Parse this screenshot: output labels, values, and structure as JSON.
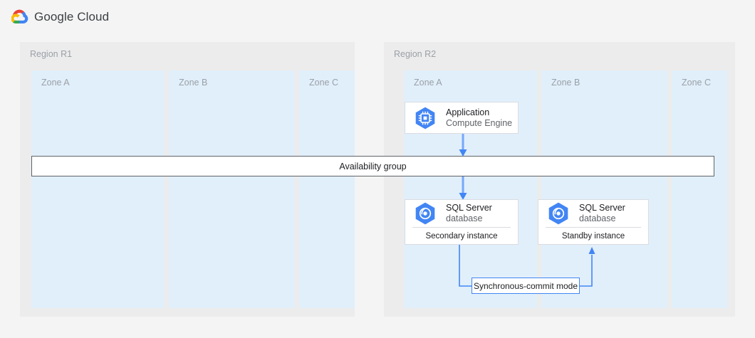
{
  "header": {
    "logo_icon": "google-cloud-logo-icon",
    "brand": "Google Cloud"
  },
  "diagram": {
    "accent_color": "#4285f4",
    "region_bg": "#ececec",
    "zone_bg": "#e1effb",
    "regions": [
      {
        "name": "Region R1",
        "zones": [
          {
            "name": "Zone A"
          },
          {
            "name": "Zone B"
          },
          {
            "name": "Zone C"
          }
        ]
      },
      {
        "name": "Region R2",
        "zones": [
          {
            "name": "Zone A"
          },
          {
            "name": "Zone B"
          },
          {
            "name": "Zone C"
          }
        ]
      }
    ],
    "availability_group": {
      "label": "Availability group"
    },
    "nodes": [
      {
        "id": "application",
        "icon": "compute-engine-icon",
        "title": "Application",
        "subtitle": "Compute Engine",
        "footer": ""
      },
      {
        "id": "secondary-db",
        "icon": "sql-server-icon",
        "title": "SQL Server",
        "subtitle": "database",
        "footer": "Secondary instance"
      },
      {
        "id": "standby-db",
        "icon": "sql-server-icon",
        "title": "SQL Server",
        "subtitle": "database",
        "footer": "Standby instance"
      }
    ],
    "connectors": [
      {
        "id": "app-to-availability-group",
        "from": "application",
        "to": "availability-group",
        "arrow": "down"
      },
      {
        "id": "availability-group-to-secondary",
        "from": "availability-group",
        "to": "secondary-db",
        "arrow": "down"
      },
      {
        "id": "secondary-to-standby",
        "from": "secondary-db",
        "to": "standby-db",
        "arrow": "up",
        "label": "Synchronous-commit mode"
      }
    ]
  }
}
